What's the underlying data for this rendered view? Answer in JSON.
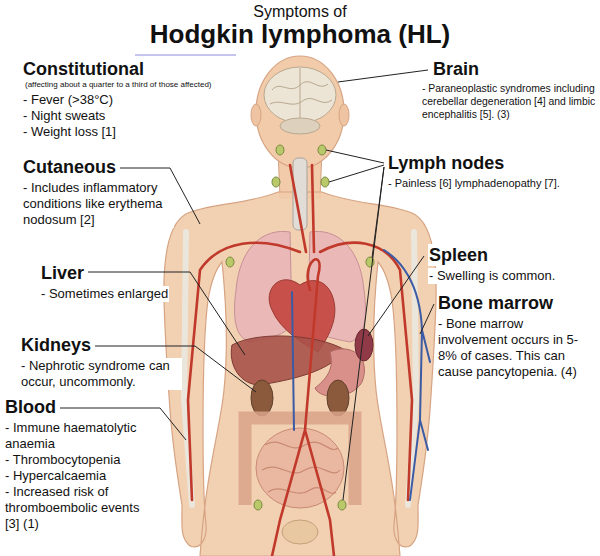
{
  "diagram": {
    "title": "Hodgkin lymphoma (HL)",
    "labels": [
      "Symptoms of",
      "Constitutional",
      "(affecting about a quarter to a third of those affected)",
      "- Fever (>38°C)",
      "- Night sweats",
      "- Weight loss [1]",
      "Cutaneous",
      "- Includes inflammatory conditions like erythema nodosum [2]",
      "Liver",
      "- Sometimes enlarged",
      "Kidneys",
      "- Nephrotic syndrome can occur, uncommonly.",
      "Blood",
      "- Immune haematolytic anaemia",
      "- Thrombocytopenia",
      "- Hypercalcaemia",
      "- Increased risk of thromboembolic events [3] (1)",
      "Brain",
      "- Paraneoplastic syndromes including cerebellar degeneration [4] and limbic encephalitis [5]. (3)",
      "Lymph nodes",
      "- Painless [6] lymphadenopathy [7].",
      "Spleen",
      "- Swelling is common.",
      "Bone marrow",
      "- Bone marrow involvement occurs in 5-8% of cases. This can cause pancytopenia. (4)"
    ]
  }
}
